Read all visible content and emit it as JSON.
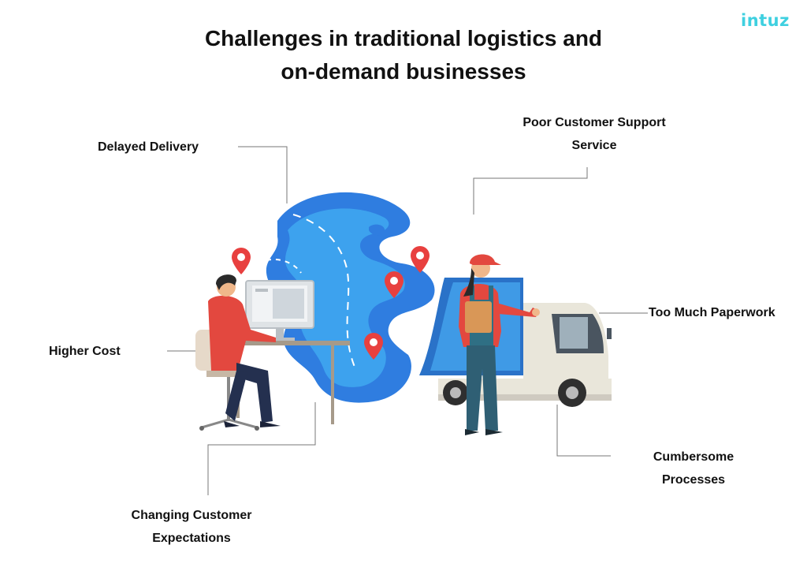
{
  "brand": {
    "logo_text": "intuz"
  },
  "header": {
    "title_line1": "Challenges in traditional logistics and",
    "title_line2": "on-demand businesses"
  },
  "challenges": {
    "delayed_delivery": "Delayed Delivery",
    "poor_support_line1": "Poor Customer Support",
    "poor_support_line2": "Service",
    "too_much_paperwork": "Too Much Paperwork",
    "higher_cost": "Higher Cost",
    "cumbersome_line1": "Cumbersome",
    "cumbersome_line2": "Processes",
    "changing_line1": "Changing Customer",
    "changing_line2": "Expectations"
  },
  "colors": {
    "globe_blue": "#2f7de0",
    "globe_light": "#3fa8f0",
    "pin_red": "#e8403f",
    "shirt_red": "#e3483f",
    "truck_body": "#e9e6da",
    "connector_gray": "#777777",
    "logo_cyan": "#3fd0e0"
  }
}
